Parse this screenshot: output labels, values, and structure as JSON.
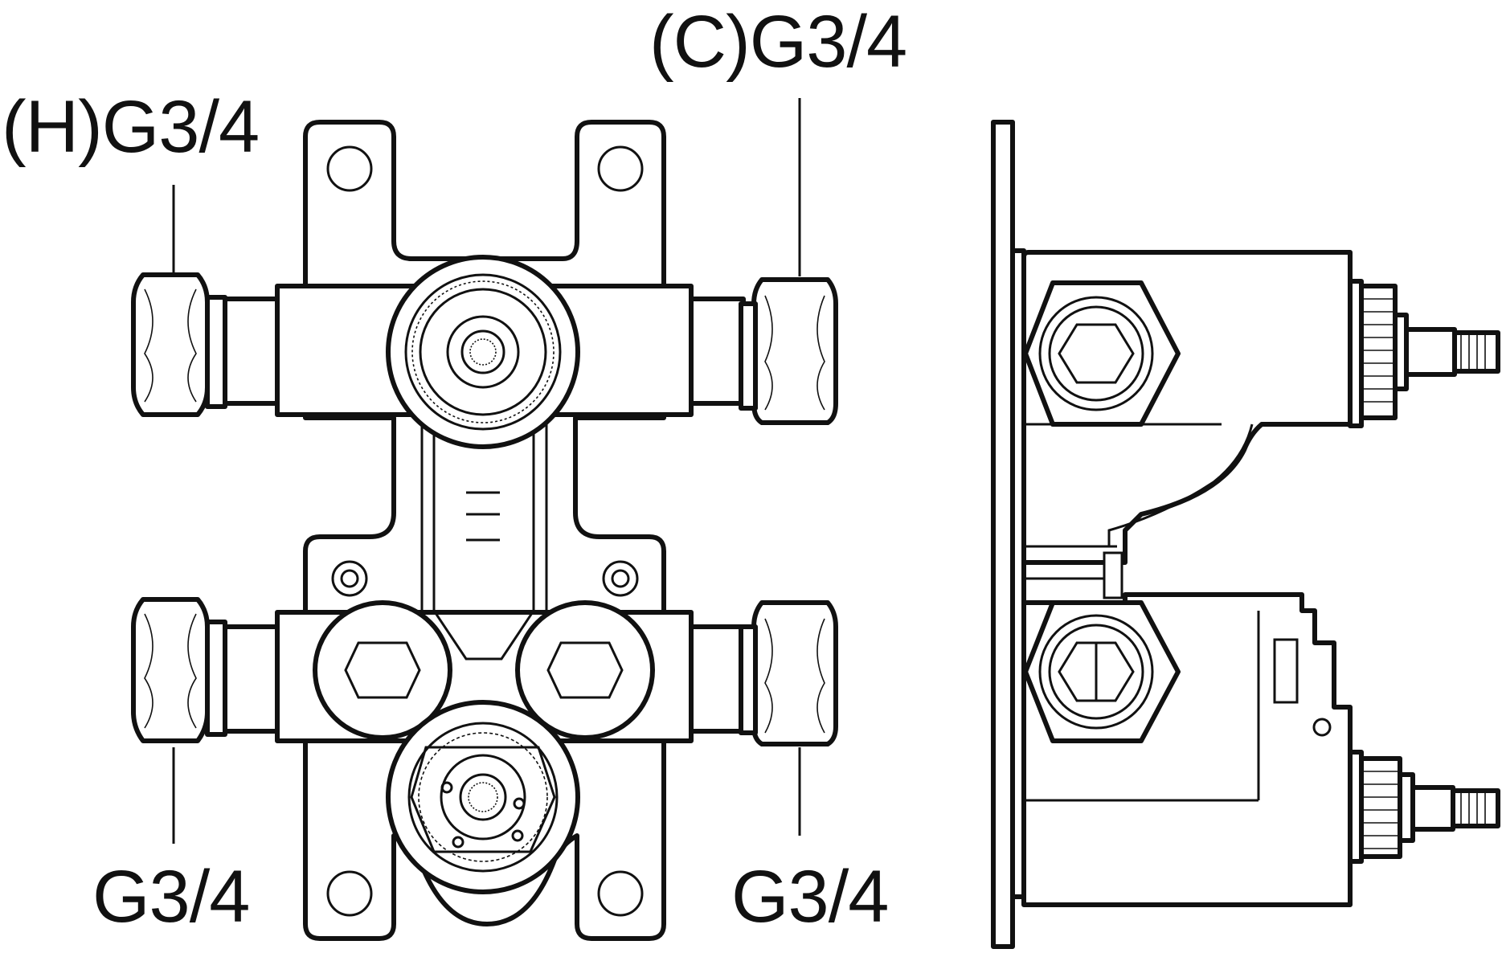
{
  "labels": {
    "hot_inlet": "(H)G3/4",
    "cold_inlet": "(C)G3/4",
    "outlet_left": "G3/4",
    "outlet_right": "G3/4"
  }
}
